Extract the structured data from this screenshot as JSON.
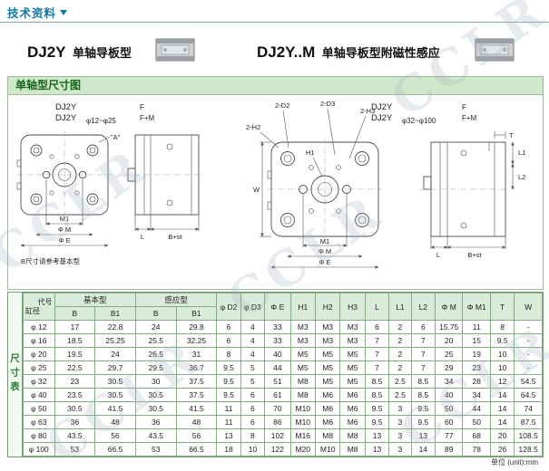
{
  "page": {
    "watermark": "CCLR",
    "unit_note": "单位 (unit):mm"
  },
  "colors": {
    "accent_teal": "#1278a9",
    "section_green": "#17661a",
    "table_border": "#6f9e6f",
    "table_header_bg": "#d9ecd9"
  },
  "header": {
    "breadcrumb": "技术资料",
    "left_title": {
      "model": "DJ2Y",
      "desc": "单轴导板型"
    },
    "right_title": {
      "model": "DJ2Y..M",
      "desc": "单轴导板型附磁性感应"
    }
  },
  "section": {
    "title": "单轴型尺寸图"
  },
  "drawings": {
    "left": {
      "model1": "DJ2Y",
      "model2": "DJ2Y",
      "range": "φ12~φ25",
      "f": "F",
      "fm": "F+M",
      "label_a": "\"A\"",
      "dim_m1": "M1",
      "dim_phiM": "Φ M",
      "dim_phiE": "Φ E",
      "dim_l": "L",
      "dim_bst": "B+st",
      "note": "B尺寸请参考基本型"
    },
    "right": {
      "model1": "DJ2Y",
      "model2": "DJ2Y",
      "range": "φ32~φ100",
      "f": "F",
      "fm": "F+M",
      "label_2d2": "2-D2",
      "label_2d3": "2-D3",
      "label_2h3": "2-H3",
      "label_2h2": "2-H2",
      "label_h1": "H1",
      "dim_w": "W",
      "dim_m1": "M1",
      "dim_phiM": "Φ M",
      "dim_phiE": "Φ E",
      "dim_t": "T",
      "dim_l1": "L1",
      "dim_l2": "L2",
      "dim_l": "L",
      "dim_bst": "B+st"
    }
  },
  "table": {
    "side_label": "尺寸表",
    "header": {
      "col_code": "代号",
      "col_bore": "缸径",
      "basic": "基本型",
      "sensing": "感应型",
      "sub": [
        "B",
        "B1",
        "B",
        "B1"
      ],
      "cols": [
        "φ D2",
        "φ D3",
        "Φ E",
        "H1",
        "H2",
        "H3",
        "L",
        "L1",
        "L2",
        "Φ M",
        "Φ M1",
        "T",
        "W"
      ]
    },
    "rows": [
      {
        "bore": "φ 12",
        "values": [
          "17",
          "22.8",
          "24",
          "29.8",
          "6",
          "4",
          "33",
          "M3",
          "M3",
          "M3",
          "6",
          "2",
          "6",
          "15.75",
          "11",
          "8",
          "-"
        ]
      },
      {
        "bore": "φ 16",
        "values": [
          "18.5",
          "25.25",
          "25.5",
          "32.25",
          "6",
          "4",
          "33",
          "M3",
          "M3",
          "M3",
          "7",
          "2",
          "7",
          "20",
          "15",
          "9.5",
          "-"
        ]
      },
      {
        "bore": "φ 20",
        "values": [
          "19.5",
          "24",
          "26.5",
          "31",
          "8",
          "4",
          "40",
          "M5",
          "M5",
          "M5",
          "7",
          "2",
          "7",
          "25",
          "19",
          "10",
          "-"
        ]
      },
      {
        "bore": "φ 25",
        "values": [
          "22.5",
          "29.7",
          "29.5",
          "36.7",
          "9.5",
          "5",
          "44",
          "M5",
          "M5",
          "M5",
          "7",
          "2",
          "7",
          "29",
          "23",
          "10",
          "-"
        ]
      },
      {
        "bore": "φ 32",
        "values": [
          "23",
          "30.5",
          "30",
          "37.5",
          "9.5",
          "5",
          "51",
          "M8",
          "M5",
          "M5",
          "8.5",
          "2.5",
          "8.5",
          "34",
          "28",
          "12",
          "54.5"
        ]
      },
      {
        "bore": "φ 40",
        "values": [
          "23.5",
          "30.5",
          "30.5",
          "37.5",
          "9.5",
          "6",
          "61",
          "M8",
          "M6",
          "M6",
          "8.5",
          "2.5",
          "8.5",
          "40",
          "34",
          "14",
          "64.5"
        ]
      },
      {
        "bore": "φ 50",
        "values": [
          "30.5",
          "41.5",
          "30.5",
          "41.5",
          "11",
          "6",
          "70",
          "M10",
          "M6",
          "M6",
          "9.5",
          "3",
          "9.5",
          "50",
          "44",
          "14",
          "74"
        ]
      },
      {
        "bore": "φ 63",
        "values": [
          "36",
          "48",
          "36",
          "48",
          "11",
          "6",
          "86",
          "M10",
          "M6",
          "M6",
          "9.5",
          "3",
          "9.5",
          "60",
          "50",
          "14",
          "87.5"
        ]
      },
      {
        "bore": "φ 80",
        "values": [
          "43.5",
          "56",
          "43.5",
          "56",
          "13",
          "8",
          "102",
          "M16",
          "M8",
          "M8",
          "13",
          "3",
          "13",
          "77",
          "68",
          "20",
          "108.5"
        ]
      },
      {
        "bore": "φ 100",
        "values": [
          "53",
          "66.5",
          "53",
          "66.5",
          "18",
          "10",
          "122",
          "M20",
          "M10",
          "M8",
          "13",
          "3",
          "14",
          "89",
          "78",
          "26",
          "128.5"
        ]
      }
    ]
  }
}
